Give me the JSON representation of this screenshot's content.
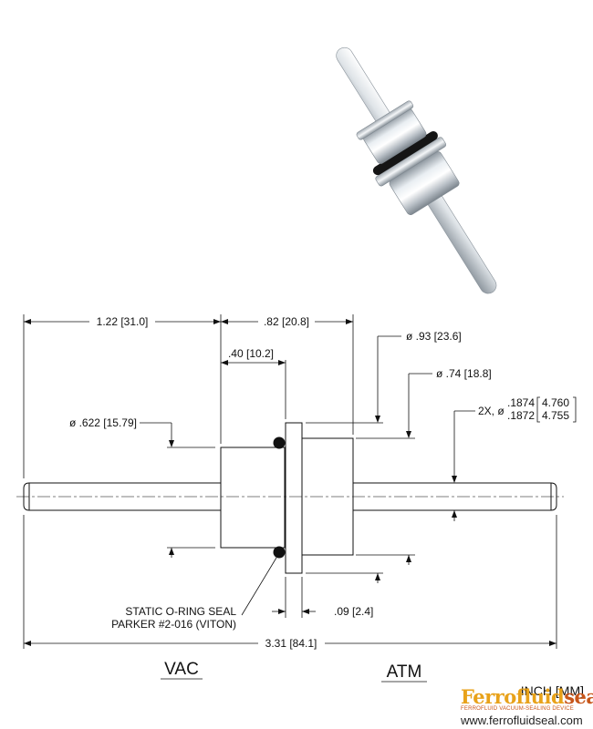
{
  "dimensions": {
    "vac_shaft_length": "1.22 [31.0]",
    "atm_body_length": ".82 [20.8]",
    "flange_offset": ".40 [10.2]",
    "od_large": "ø .93 [23.6]",
    "od_atm_body": "ø .74 [18.8]",
    "od_vac_body": "ø .622 [15.79]",
    "shaft_qty": "2X, ø",
    "shaft_inch_max": ".1874",
    "shaft_inch_min": ".1872",
    "shaft_mm_max": "4.760",
    "shaft_mm_min": "4.755",
    "flange_thickness": ".09 [2.4]",
    "overall_length": "3.31 [84.1]"
  },
  "callout": {
    "line1": "STATIC O-RING SEAL",
    "line2": "PARKER #2-016 (VITON)"
  },
  "labels": {
    "vac": "VAC",
    "atm": "ATM",
    "units": "INCH [MM]"
  },
  "logo": {
    "word_part1": "Ferrofluid",
    "word_part2": "seal",
    "tagline": "FERROFLUID VACUUM-SEALING DEVICE",
    "url": "www.ferrofluidseal.com"
  },
  "colors": {
    "logo_gold": "#e8a21a",
    "logo_orange": "#c7561a",
    "oring": "#111111",
    "metal_light": "#e8ecef",
    "metal_dark": "#9aa3ab"
  }
}
